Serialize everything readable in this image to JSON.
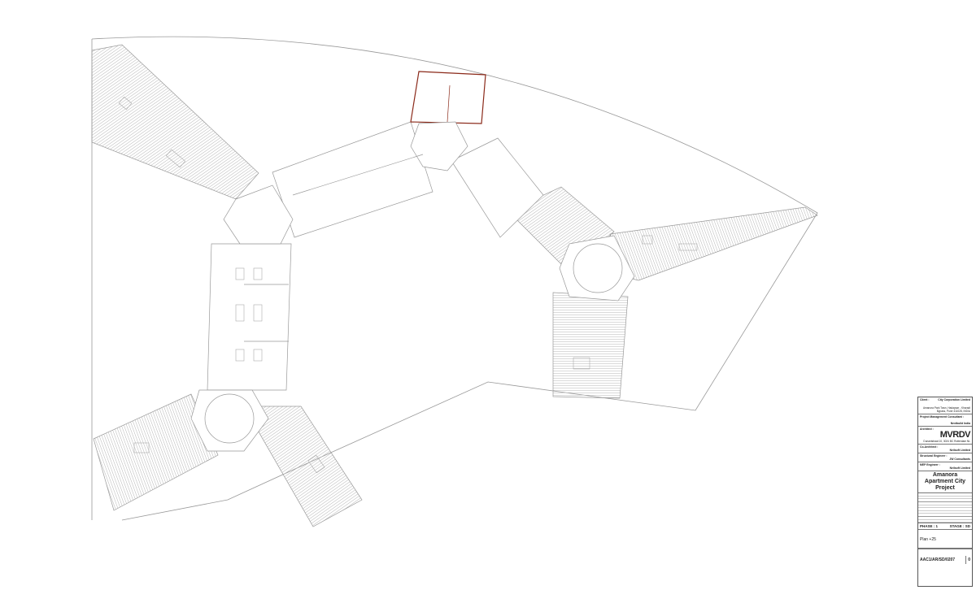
{
  "drawing": {
    "type": "architectural floor plan",
    "colors": {
      "line": "#888888",
      "hatch": "#b5b5b5",
      "accent": "#8b2a1a"
    }
  },
  "title_block": {
    "client_label": "Client :",
    "client_name": "City Corporation Limited",
    "client_address": "Amanora Park Town, Hadapsar - Kharadi Bypass, Pune 411028, INDIA",
    "pmc_label": "Project Management Consultant :",
    "pmc_name": "Nextbuild India",
    "architect_label": "Architect :",
    "architect_logo": "MVRDV",
    "architect_address": "Dunantstraat 10, 3024 BC Rotterdam NL",
    "co_architect_label": "Co-Architect :",
    "co_architect_name": "Neilsoft Limited",
    "structural_label": "Structural Engineer :",
    "structural_name": "JW Consultants",
    "mep_label": "MEP Engineer :",
    "mep_name": "Neilsoft Limited",
    "project_title": "Amanora Apartment City Project",
    "phase": "PHASE : 1",
    "stage": "STAGE : SD",
    "drawing_title": "Plan +25",
    "drawing_number": "AAC1/AR/SD/0207",
    "revision": "0"
  }
}
